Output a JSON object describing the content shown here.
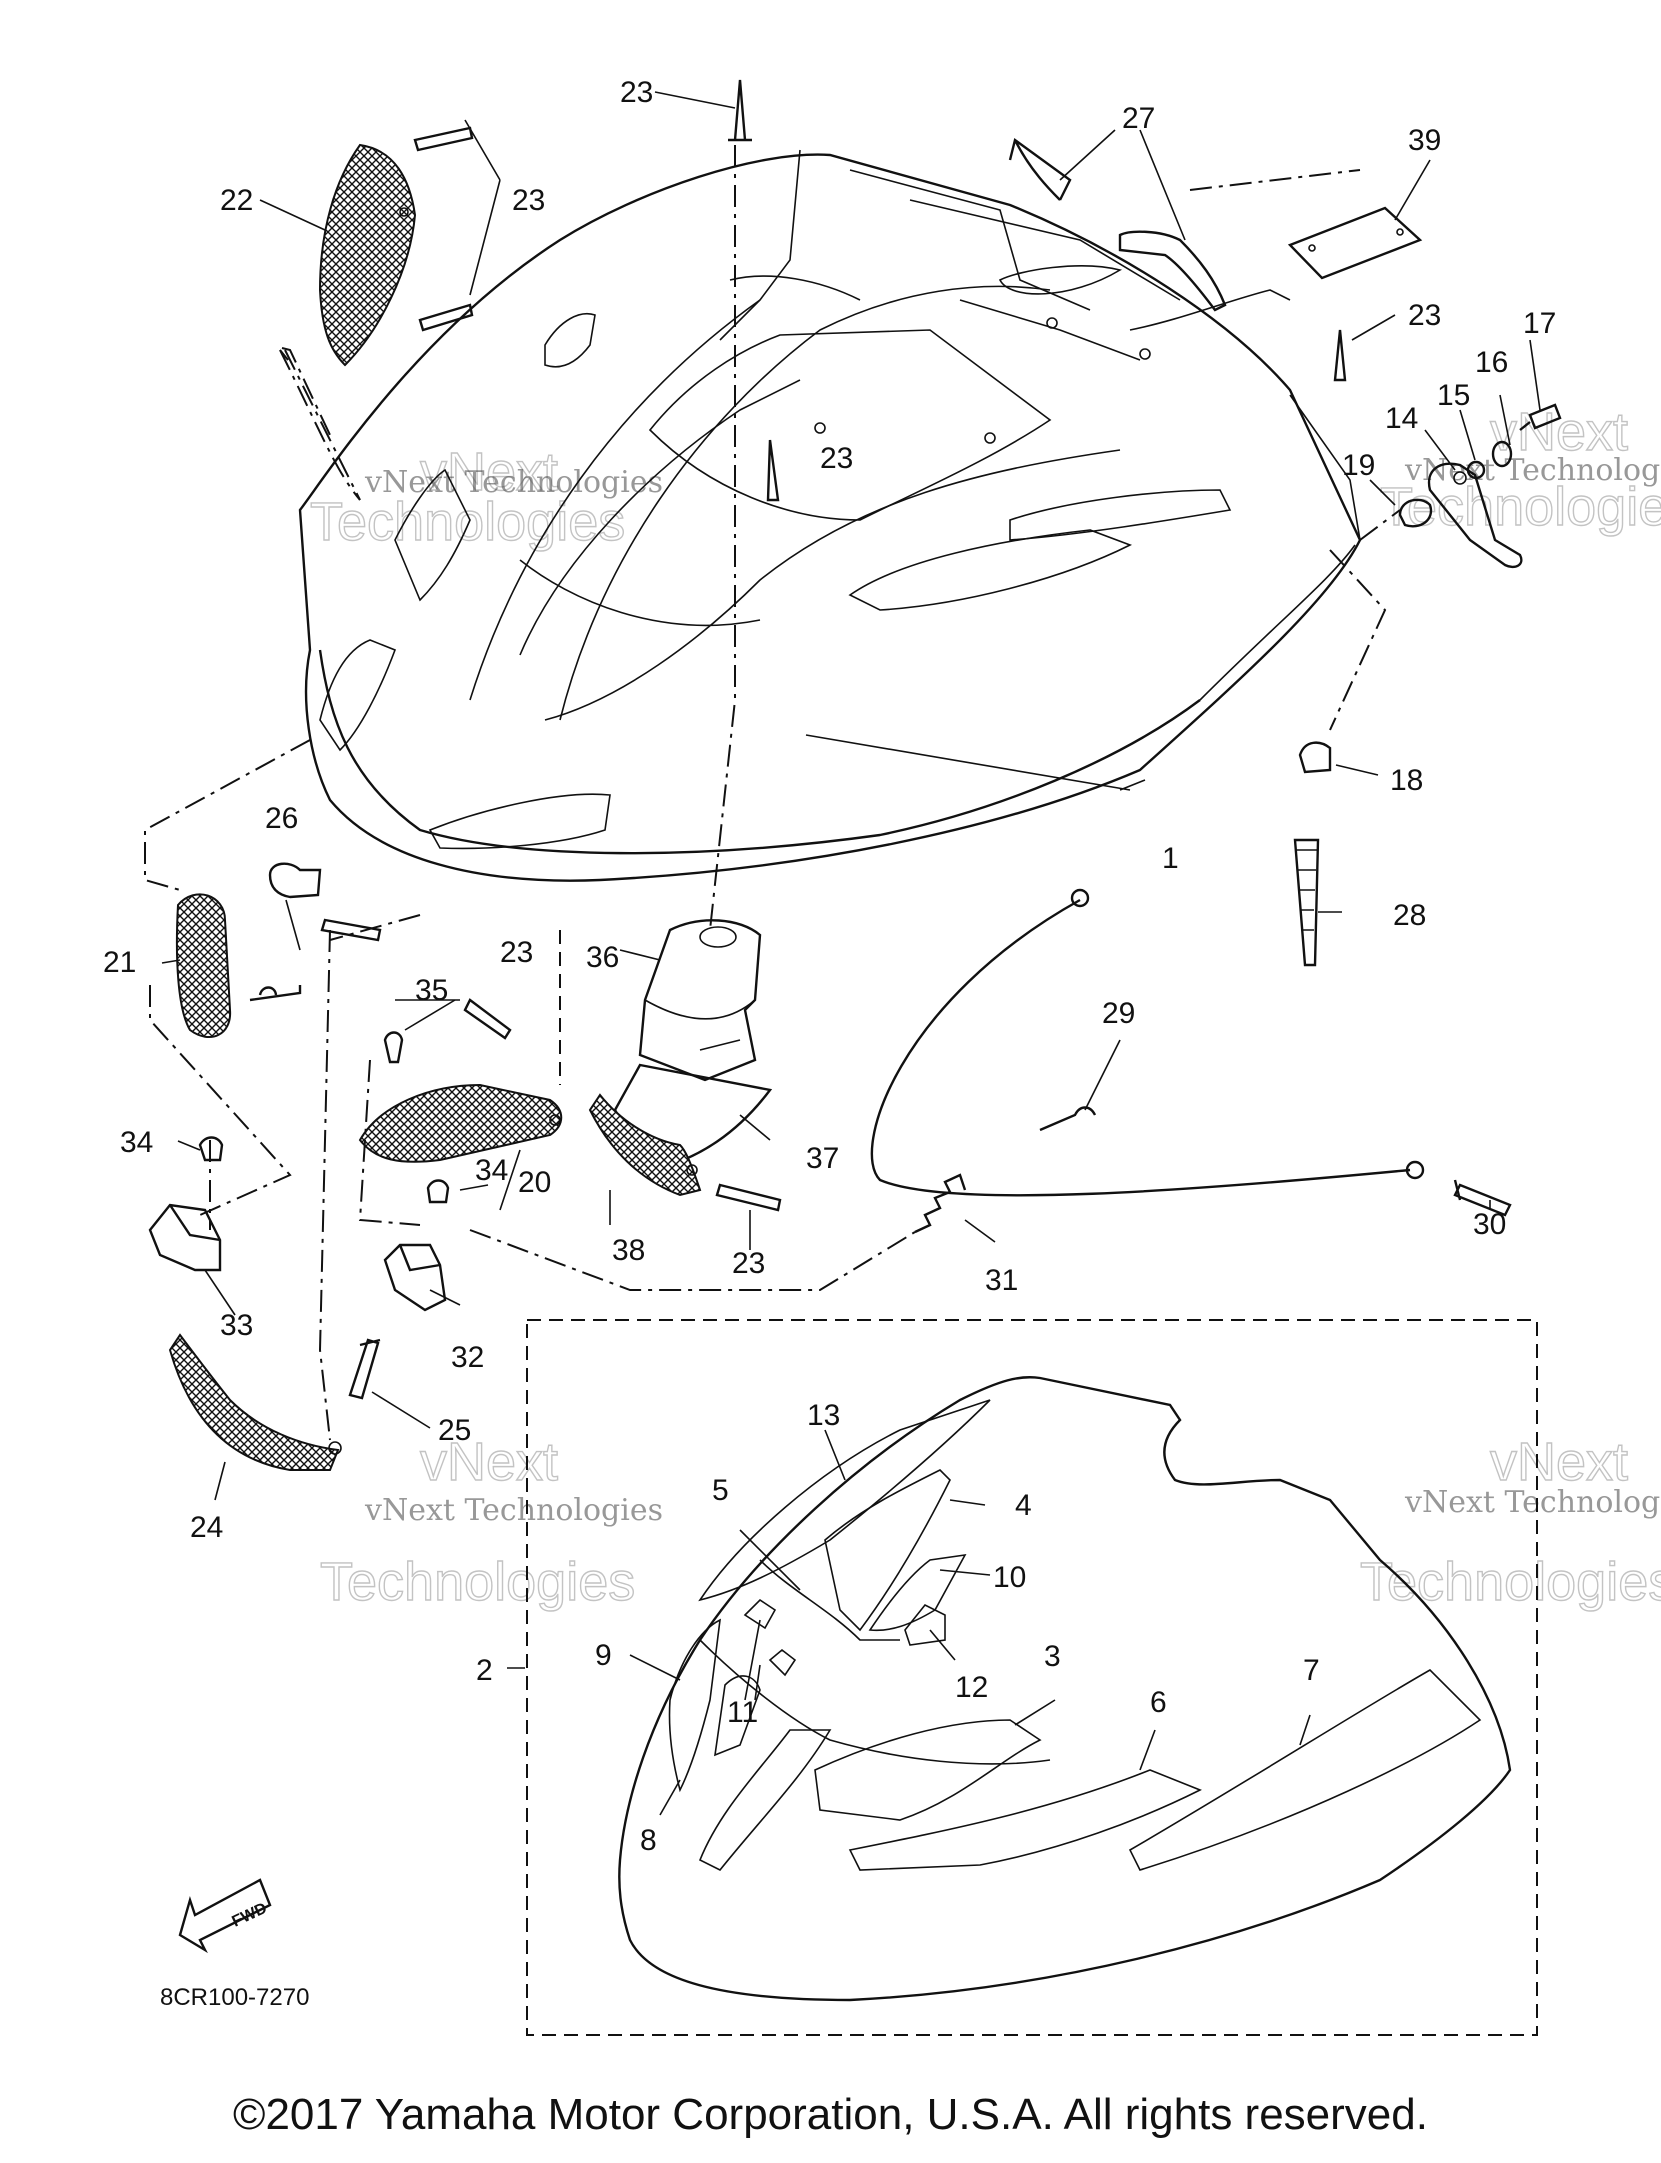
{
  "diagram": {
    "callouts": [
      {
        "id": "c1",
        "text": "1"
      },
      {
        "id": "c2",
        "text": "2"
      },
      {
        "id": "c3",
        "text": "3"
      },
      {
        "id": "c4",
        "text": "4"
      },
      {
        "id": "c5",
        "text": "5"
      },
      {
        "id": "c6",
        "text": "6"
      },
      {
        "id": "c7",
        "text": "7"
      },
      {
        "id": "c8",
        "text": "8"
      },
      {
        "id": "c9",
        "text": "9"
      },
      {
        "id": "c10",
        "text": "10"
      },
      {
        "id": "c11",
        "text": "11"
      },
      {
        "id": "c12",
        "text": "12"
      },
      {
        "id": "c13",
        "text": "13"
      },
      {
        "id": "c14",
        "text": "14"
      },
      {
        "id": "c15",
        "text": "15"
      },
      {
        "id": "c16",
        "text": "16"
      },
      {
        "id": "c17",
        "text": "17"
      },
      {
        "id": "c18",
        "text": "18"
      },
      {
        "id": "c19",
        "text": "19"
      },
      {
        "id": "c20",
        "text": "20"
      },
      {
        "id": "c21",
        "text": "21"
      },
      {
        "id": "c22",
        "text": "22"
      },
      {
        "id": "c23a",
        "text": "23"
      },
      {
        "id": "c23b",
        "text": "23"
      },
      {
        "id": "c23c",
        "text": "23"
      },
      {
        "id": "c23d",
        "text": "23"
      },
      {
        "id": "c23e",
        "text": "23"
      },
      {
        "id": "c23f",
        "text": "23"
      },
      {
        "id": "c24",
        "text": "24"
      },
      {
        "id": "c25",
        "text": "25"
      },
      {
        "id": "c26",
        "text": "26"
      },
      {
        "id": "c27",
        "text": "27"
      },
      {
        "id": "c28",
        "text": "28"
      },
      {
        "id": "c29",
        "text": "29"
      },
      {
        "id": "c30",
        "text": "30"
      },
      {
        "id": "c31",
        "text": "31"
      },
      {
        "id": "c32",
        "text": "32"
      },
      {
        "id": "c33",
        "text": "33"
      },
      {
        "id": "c34a",
        "text": "34"
      },
      {
        "id": "c34b",
        "text": "34"
      },
      {
        "id": "c35",
        "text": "35"
      },
      {
        "id": "c36",
        "text": "36"
      },
      {
        "id": "c37",
        "text": "37"
      },
      {
        "id": "c38",
        "text": "38"
      },
      {
        "id": "c39",
        "text": "39"
      }
    ],
    "watermark": {
      "line1": "vNext Technologies",
      "line2": "vNext",
      "line3": "Technologies"
    },
    "fwd_label": "FWD",
    "diagram_code": "8CR100-7270"
  },
  "footer": {
    "copyright": "©2017 Yamaha Motor Corporation, U.S.A. All rights reserved."
  }
}
